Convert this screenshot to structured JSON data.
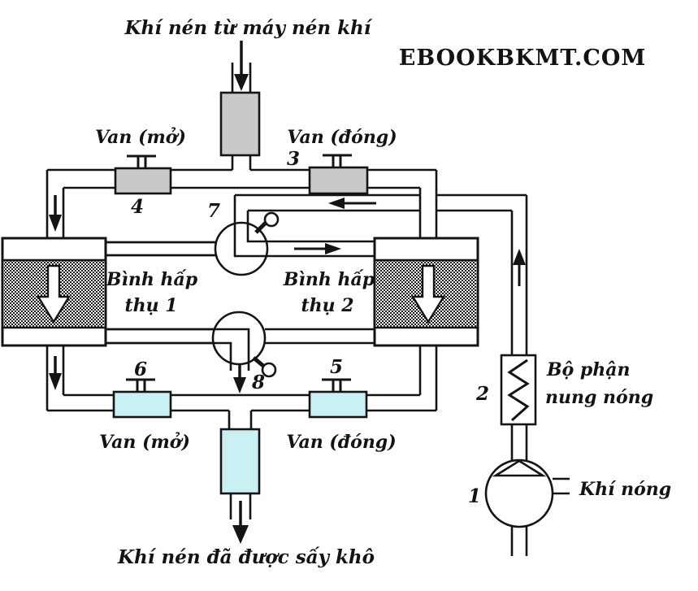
{
  "header": {
    "title": "Khí nén từ máy nén khí",
    "watermark": "EBOOKBKMT.COM"
  },
  "diagram": {
    "valve_top_left": {
      "number": "4",
      "label": "Van (mở)"
    },
    "valve_top_right": {
      "number": "3",
      "label": "Van (đóng)"
    },
    "valve_bottom_left": {
      "number": "6",
      "label": "Van (mở)"
    },
    "valve_bottom_right": {
      "number": "5",
      "label": "Van (đóng)"
    },
    "rotary_valve_top": {
      "number": "7"
    },
    "rotary_valve_bottom": {
      "number": "8"
    },
    "tank1": {
      "line1": "Bình hấp",
      "line2": "thụ 1"
    },
    "tank2": {
      "line1": "Bình hấp",
      "line2": "thụ 2"
    },
    "heater": {
      "number": "2",
      "line1": "Bộ phận",
      "line2": "nung nóng"
    },
    "blower": {
      "number": "1",
      "label": "Khí nóng"
    },
    "outlet_caption": "Khí nén đã được sấy khô"
  },
  "colors": {
    "watermark": "#3aa1f2",
    "valve_gray": "#c9c9c9",
    "valve_cyan": "#c9f1f4",
    "line": "#141414"
  }
}
